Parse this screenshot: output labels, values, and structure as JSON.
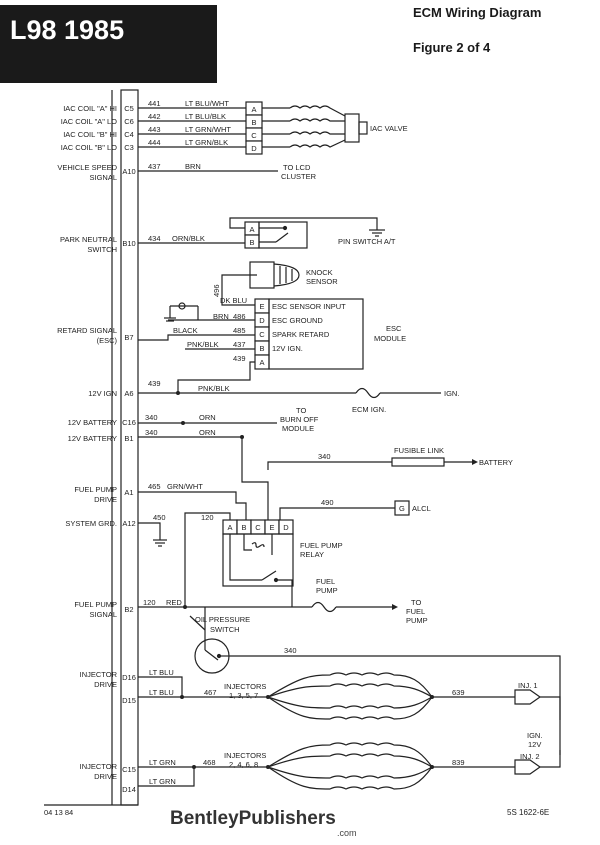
{
  "header": {
    "title": "L98 1985",
    "diagram": "ECM Wiring Diagram",
    "figure": "Figure 2 of 4"
  },
  "signals": {
    "iac_a_hi": "IAC COIL \"A\" HI",
    "iac_a_lo": "IAC COIL \"A\" LO",
    "iac_b_hi": "IAC COIL \"B\" HI",
    "iac_b_lo": "IAC COIL \"B\" LO",
    "vss_1": "VEHICLE SPEED",
    "vss_2": "SIGNAL",
    "pns_1": "PARK NEUTRAL",
    "pns_2": "SWITCH",
    "retard_1": "RETARD SIGNAL",
    "retard_2": "(ESC)",
    "ign": "12V IGN",
    "bat1": "12V BATTERY",
    "bat2": "12V BATTERY",
    "fpd_1": "FUEL PUMP",
    "fpd_2": "DRIVE",
    "sysgrd": "SYSTEM GRD.",
    "fps_1": "FUEL PUMP",
    "fps_2": "SIGNAL",
    "inj1_1": "INJECTOR",
    "inj1_2": "DRIVE",
    "inj2_1": "INJECTOR",
    "inj2_2": "DRIVE"
  },
  "pins": {
    "c5": "C5",
    "c6": "C6",
    "c4": "C4",
    "c3": "C3",
    "a10": "A10",
    "b10": "B10",
    "b7": "B7",
    "a6": "A6",
    "c16": "C16",
    "b1": "B1",
    "a1": "A1",
    "a12": "A12",
    "b2": "B2",
    "d16": "D16",
    "d15": "D15",
    "c15": "C15",
    "d14": "D14"
  },
  "wires": {
    "w441": "441",
    "w442": "442",
    "w443": "443",
    "w444": "444",
    "w437": "437",
    "c441": "LT BLU/WHT",
    "c442": "LT BLU/BLK",
    "c443": "LT GRN/WHT",
    "c444": "LT GRN/BLK",
    "c437": "BRN",
    "w434": "434",
    "c434": "ORN/BLK",
    "w496": "496",
    "c496": "DK BLU",
    "c486": "BRN",
    "w486": "486",
    "c485": "BLACK",
    "w485": "485",
    "c437b": "PNK/BLK",
    "w437b": "437",
    "w439": "439",
    "w439b": "439",
    "c439": "PNK/BLK",
    "w340a": "340",
    "c340a": "ORN",
    "w340b": "340",
    "c340b": "ORN",
    "w340c": "340",
    "w340d": "340",
    "w465": "465",
    "c465": "GRN/WHT",
    "w450": "450",
    "w120": "120",
    "w120b": "120",
    "c120b": "RED",
    "w490": "490",
    "c_ltblu1": "LT BLU",
    "c_ltblu2": "LT BLU",
    "w467": "467",
    "c_ltgrn1": "LT GRN",
    "c_ltgrn2": "LT GRN",
    "w468": "468",
    "w639": "639",
    "w839": "839"
  },
  "connector_letters": {
    "iac": [
      "A",
      "B",
      "C",
      "D"
    ],
    "pin_switch": [
      "A",
      "B"
    ],
    "esc": [
      "E",
      "D",
      "C",
      "B",
      "A"
    ],
    "relay": [
      "A",
      "B",
      "C",
      "E",
      "D"
    ]
  },
  "components": {
    "iac_valve": "IAC VALVE",
    "lcd_1": "TO LCD",
    "lcd_2": "CLUSTER",
    "pin_switch": "PIN SWITCH A/T",
    "knock_1": "KNOCK",
    "knock_2": "SENSOR",
    "esc_input": "ESC SENSOR INPUT",
    "esc_ground": "ESC GROUND",
    "spark_retard": "SPARK RETARD",
    "esc_12v": "12V IGN.",
    "esc_1": "ESC",
    "esc_2": "MODULE",
    "ign": "IGN.",
    "ecm_ign": "ECM IGN.",
    "burn_1": "TO",
    "burn_2": "BURN OFF",
    "burn_3": "MODULE",
    "fusible": "FUSIBLE LINK",
    "battery": "BATTERY",
    "alcl_g": "G",
    "alcl": "ALCL",
    "relay_1": "FUEL PUMP",
    "relay_2": "RELAY",
    "fuel_1": "FUEL",
    "fuel_2": "PUMP",
    "tofuel_1": "TO",
    "tofuel_2": "FUEL",
    "tofuel_3": "PUMP",
    "ops_1": "OIL PRESSURE",
    "ops_2": "SWITCH",
    "inj_a_1": "INJECTORS",
    "inj_a_2": "1, 3, 5, 7",
    "inj_b_1": "INJECTORS",
    "inj_b_2": "2, 4, 6, 8",
    "inj1": "INJ. 1",
    "inj2": "INJ. 2",
    "ign12_1": "IGN.",
    "ign12_2": "12V"
  },
  "footer": {
    "date": "04 13 84",
    "brand": "BentleyPublishers",
    "com": ".com",
    "code": "5S  1622-6E"
  }
}
